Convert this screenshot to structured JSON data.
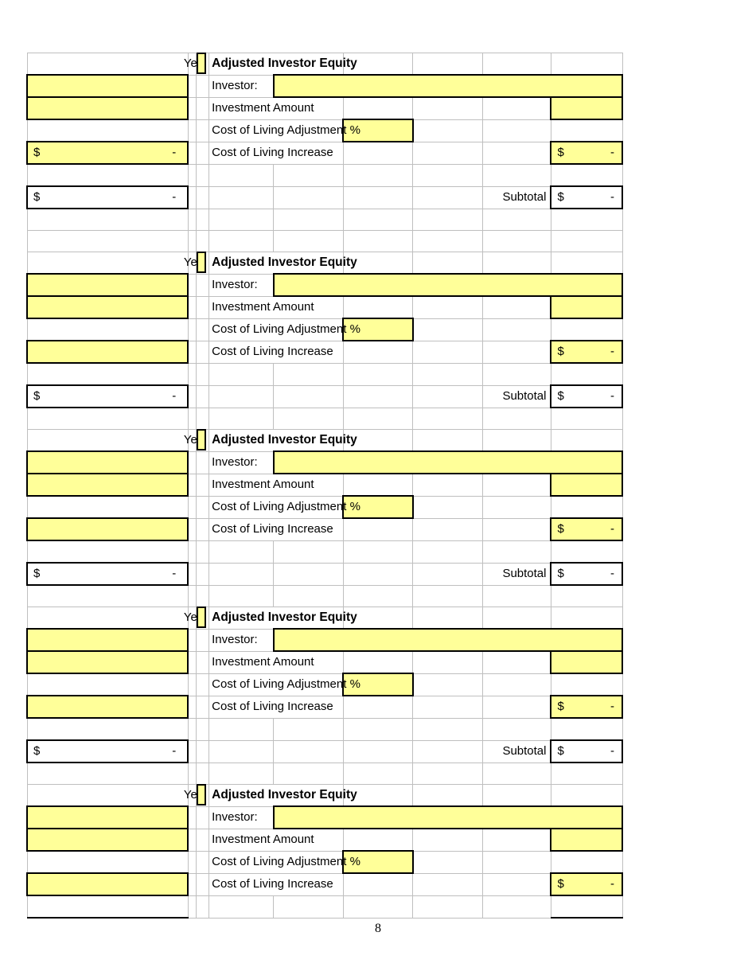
{
  "document": {
    "page_number": "8",
    "accent_fill": "#ffff99",
    "grid_line_color": "#bfbfbf",
    "border_color": "#000000"
  },
  "labels": {
    "section_title": "Adjusted Investor Equity",
    "year_marker": "Ye",
    "investor": "Investor:",
    "investment_amount": "Investment Amount",
    "cola_percent": "Cost of Living Adjustment %",
    "cola_increase": "Cost of Living Increase",
    "subtotal": "Subtotal"
  },
  "money": {
    "symbol": "$",
    "zero": "-"
  },
  "blocks": [
    {
      "id": "block-1",
      "title": "Adjusted Investor Equity",
      "year_marker": "Ye",
      "rows": {
        "investor": {
          "left_fill": "yellow",
          "left_value": "",
          "right_fill": "yellow",
          "right_value": ""
        },
        "investment": {
          "left_fill": "yellow",
          "left_value": "",
          "right_fill": "yellow",
          "right_value": ""
        },
        "cola_percent": {
          "left_fill": "none",
          "left_value": "",
          "mid_fill": "yellow",
          "mid_value": ""
        },
        "cola_increase": {
          "left_fill": "yellow",
          "left_value": "$ -",
          "right_fill": "yellow",
          "right_value": "$ -"
        },
        "subtotal": {
          "left_fill": "white",
          "left_value": "$ -",
          "label": "Subtotal",
          "right_fill": "white",
          "right_value": "$ -"
        }
      }
    },
    {
      "id": "block-2",
      "title": "Adjusted Investor Equity",
      "year_marker": "Ye",
      "rows": {
        "investor": {
          "left_fill": "yellow",
          "left_value": "",
          "right_fill": "yellow",
          "right_value": ""
        },
        "investment": {
          "left_fill": "yellow",
          "left_value": "",
          "right_fill": "yellow",
          "right_value": ""
        },
        "cola_percent": {
          "left_fill": "none",
          "left_value": "",
          "mid_fill": "yellow",
          "mid_value": ""
        },
        "cola_increase": {
          "left_fill": "yellow",
          "left_value": "",
          "right_fill": "yellow",
          "right_value": "$ -"
        },
        "subtotal": {
          "left_fill": "white",
          "left_value": "$ -",
          "label": "Subtotal",
          "right_fill": "white",
          "right_value": "$ -"
        }
      }
    },
    {
      "id": "block-3",
      "title": "Adjusted Investor Equity",
      "year_marker": "Ye",
      "rows": {
        "investor": {
          "left_fill": "yellow",
          "left_value": "",
          "right_fill": "yellow",
          "right_value": ""
        },
        "investment": {
          "left_fill": "yellow",
          "left_value": "",
          "right_fill": "yellow",
          "right_value": ""
        },
        "cola_percent": {
          "left_fill": "none",
          "left_value": "",
          "mid_fill": "yellow",
          "mid_value": ""
        },
        "cola_increase": {
          "left_fill": "yellow",
          "left_value": "",
          "right_fill": "yellow",
          "right_value": "$ -"
        },
        "subtotal": {
          "left_fill": "white",
          "left_value": "$ -",
          "label": "Subtotal",
          "right_fill": "white",
          "right_value": "$ -"
        }
      }
    },
    {
      "id": "block-4",
      "title": "Adjusted Investor Equity",
      "year_marker": "Ye",
      "rows": {
        "investor": {
          "left_fill": "yellow",
          "left_value": "",
          "right_fill": "yellow",
          "right_value": ""
        },
        "investment": {
          "left_fill": "yellow",
          "left_value": "",
          "right_fill": "yellow",
          "right_value": ""
        },
        "cola_percent": {
          "left_fill": "none",
          "left_value": "",
          "mid_fill": "yellow",
          "mid_value": ""
        },
        "cola_increase": {
          "left_fill": "yellow",
          "left_value": "",
          "right_fill": "yellow",
          "right_value": "$ -"
        },
        "subtotal": {
          "left_fill": "white",
          "left_value": "$ -",
          "label": "Subtotal",
          "right_fill": "white",
          "right_value": "$ -"
        }
      }
    },
    {
      "id": "block-5",
      "title": "Adjusted Investor Equity",
      "year_marker": "Ye",
      "rows": {
        "investor": {
          "left_fill": "yellow",
          "left_value": "",
          "right_fill": "yellow",
          "right_value": ""
        },
        "investment": {
          "left_fill": "yellow",
          "left_value": "",
          "right_fill": "yellow",
          "right_value": ""
        },
        "cola_percent": {
          "left_fill": "none",
          "left_value": "",
          "mid_fill": "yellow",
          "mid_value": ""
        },
        "cola_increase": {
          "left_fill": "yellow",
          "left_value": "",
          "right_fill": "yellow",
          "right_value": "$ -"
        }
      }
    }
  ]
}
